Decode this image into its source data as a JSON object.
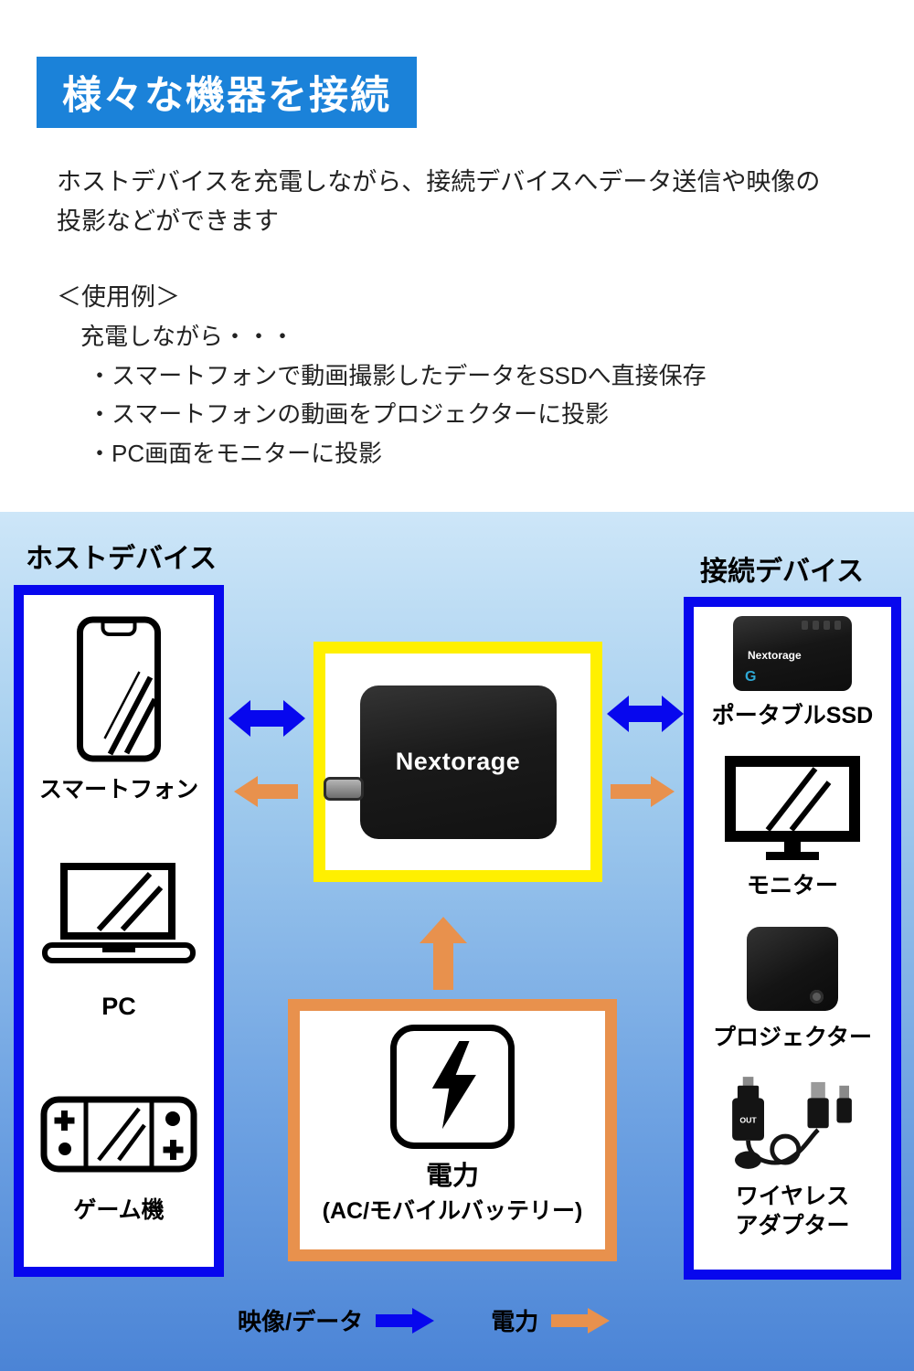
{
  "header": {
    "title": "様々な機器を接続",
    "description_line1": "ホストデバイスを充電しながら、接続デバイスへデータ送信や映像の",
    "description_line2": "投影などができます",
    "usage_title": "＜使用例＞",
    "usage_intro": "充電しながら・・・",
    "usage_items": [
      "・スマートフォンで動画撮影したデータをSSDへ直接保存",
      "・スマートフォンの動画をプロジェクターに投影",
      "・PC画面をモニターに投影"
    ]
  },
  "diagram": {
    "host_label": "ホストデバイス",
    "connected_label": "接続デバイス",
    "host_devices": [
      {
        "label": "スマートフォン"
      },
      {
        "label": "PC"
      },
      {
        "label": "ゲーム機"
      }
    ],
    "connected_devices": [
      {
        "label": "ポータブルSSD"
      },
      {
        "label": "モニター"
      },
      {
        "label": "プロジェクター"
      },
      {
        "label": "ワイヤレス",
        "label2": "アダプター"
      }
    ],
    "hub_brand": "Nextorage",
    "ssd_brand": "Nextorage",
    "ssd_logo": "G",
    "adapter_port_label": "OUT",
    "power_label": "電力",
    "power_sublabel": "(AC/モバイルバッテリー)",
    "legend": {
      "data_label": "映像/データ",
      "power_label": "電力"
    },
    "colors": {
      "banner_blue": "#1B82D9",
      "accent_blue": "#0707EE",
      "arrow_orange": "#E8914D",
      "highlight_yellow": "#FFF000"
    }
  }
}
